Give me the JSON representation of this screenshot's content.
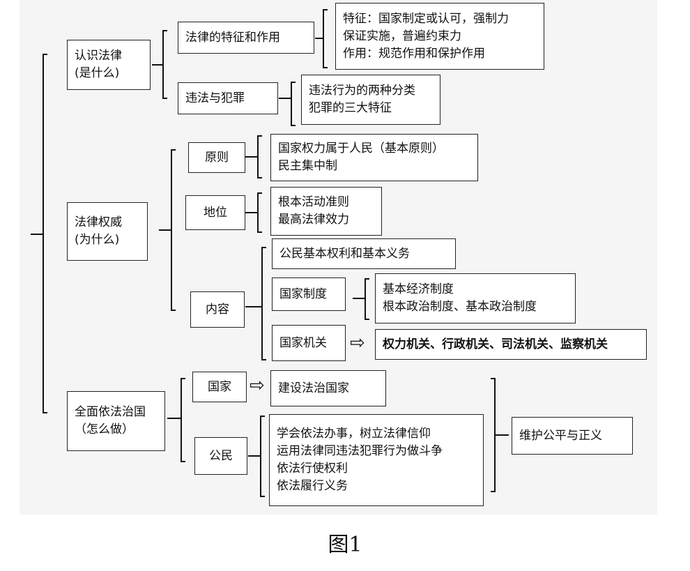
{
  "nodes": {
    "recognize": {
      "lines": [
        "认识法律",
        "(是什么)"
      ]
    },
    "features": {
      "lines": [
        "法律的特征和作用"
      ]
    },
    "features_detail": {
      "lines": [
        "特征：国家制定或认可，强制力",
        "保证实施，普遍约束力",
        "作用：规范作用和保护作用"
      ]
    },
    "crime": {
      "lines": [
        "违法与犯罪"
      ]
    },
    "crime_detail": {
      "lines": [
        "违法行为的两种分类",
        "犯罪的三大特征"
      ]
    },
    "authority": {
      "lines": [
        "法律权威",
        "(为什么)"
      ]
    },
    "principle": {
      "lines": [
        "原则"
      ]
    },
    "principle_detail": {
      "lines": [
        "国家权力属于人民（基本原则）",
        "民主集中制"
      ]
    },
    "status": {
      "lines": [
        "地位"
      ]
    },
    "status_detail": {
      "lines": [
        "根本活动准则",
        "最高法律效力"
      ]
    },
    "content": {
      "lines": [
        "内容"
      ]
    },
    "rights": {
      "lines": [
        "公民基本权利和基本义务"
      ]
    },
    "system": {
      "lines": [
        "国家制度"
      ]
    },
    "system_detail": {
      "lines": [
        "基本经济制度",
        "根本政治制度、基本政治制度"
      ]
    },
    "organs": {
      "lines": [
        "国家机关"
      ]
    },
    "organs_detail": {
      "lines": [
        "权力机关、行政机关、司法机关、监察机关"
      ]
    },
    "rule": {
      "lines": [
        "全面依法治国",
        "（怎么做）"
      ]
    },
    "state": {
      "lines": [
        "国家"
      ]
    },
    "state_detail": {
      "lines": [
        "建设法治国家"
      ]
    },
    "citizen": {
      "lines": [
        "公民"
      ]
    },
    "citizen_detail": {
      "lines": [
        "学会依法办事，树立法律信仰",
        "运用法律同违法犯罪行为做斗争",
        "依法行使权利",
        "依法履行义务"
      ]
    },
    "justice": {
      "lines": [
        "维护公平与正义"
      ]
    }
  },
  "arrow_glyph": "⇨",
  "caption": "图1"
}
